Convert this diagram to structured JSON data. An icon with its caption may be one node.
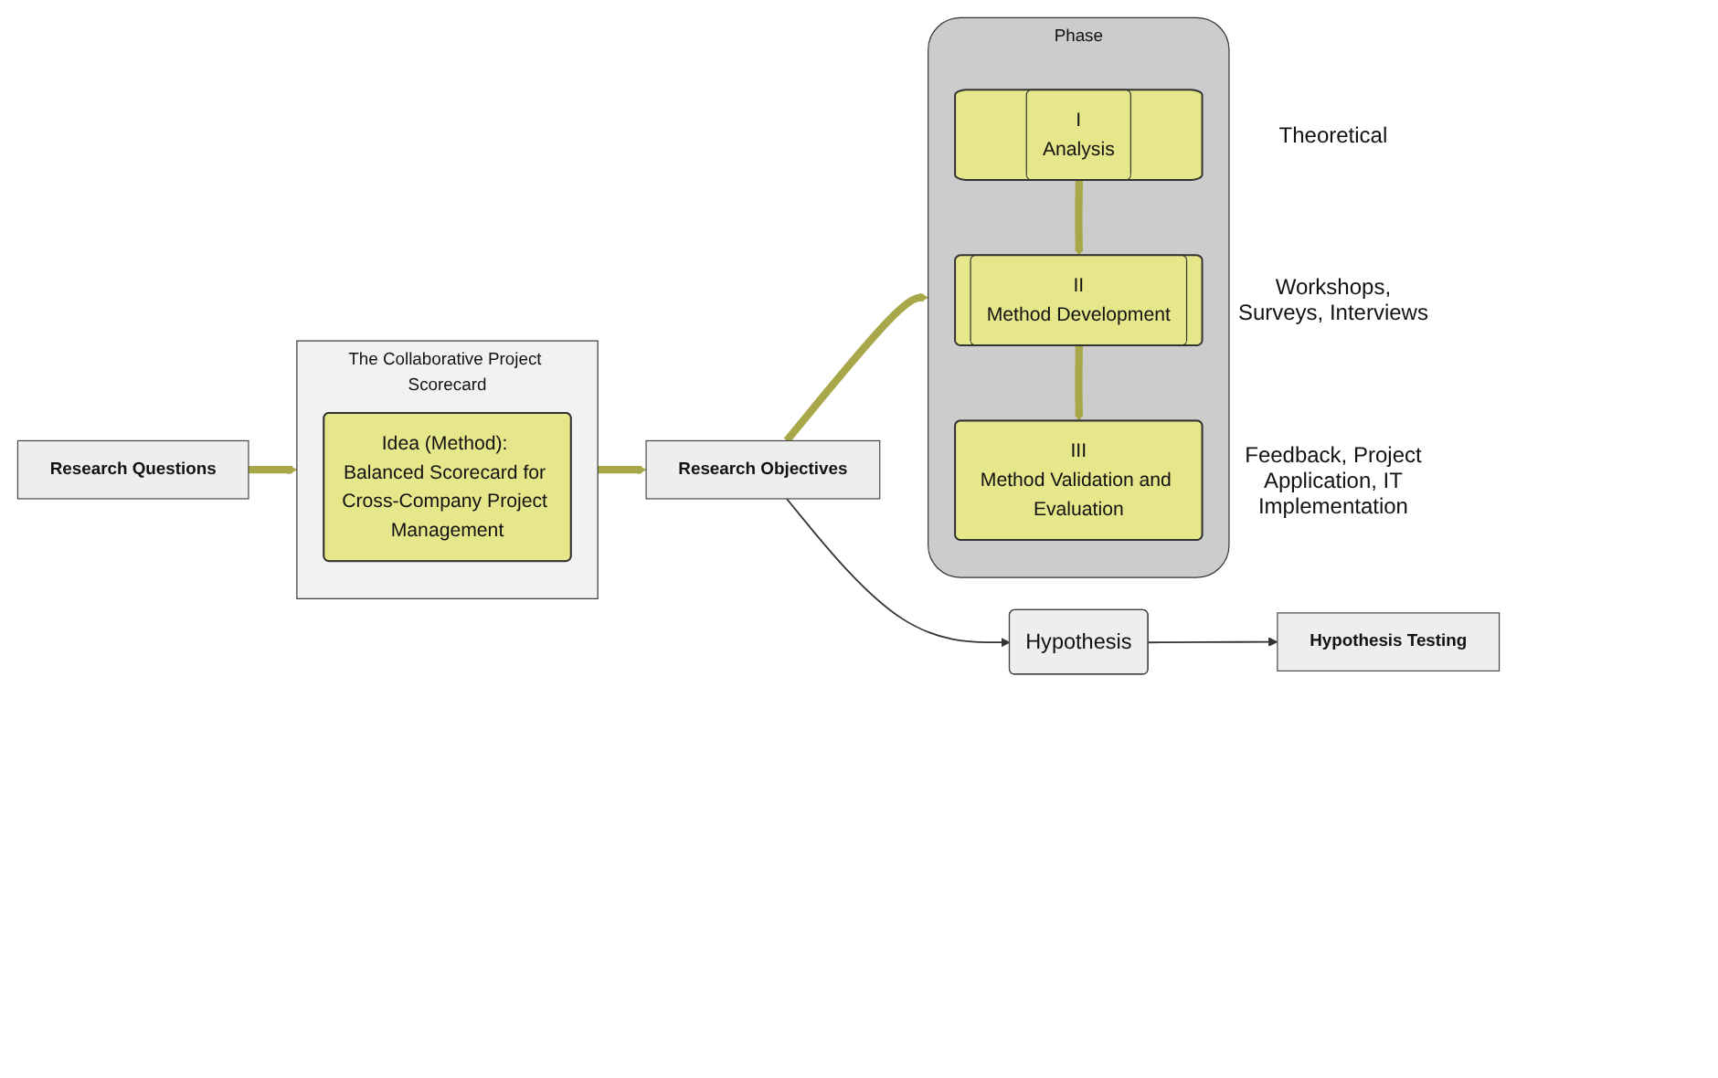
{
  "diagram": {
    "nodes": [
      {
        "text": [
          "Research Questions"
        ]
      },
      {
        "text": [
          "The Collaborative Project Scorecard"
        ]
      },
      {
        "text": [
          "Idea (Method): Balanced Scorecard for Cross-Company Project Management"
        ],
        "in": 1
      },
      {
        "text": [
          "Research Objectives"
        ]
      },
      {
        "text": [
          "Phase"
        ]
      },
      {
        "text": [
          "I",
          "Analysis"
        ],
        "in": 4,
        "beside": [
          "Theoretical"
        ]
      },
      {
        "text": [
          "Hypothesis"
        ]
      },
      {
        "text": [
          "Hypothesis Testing"
        ]
      },
      {
        "text": [
          "II",
          "Method Development"
        ],
        "in": 4,
        "beside": [
          "Workshops, Surveys, Interviews"
        ]
      },
      {
        "text": [
          "III",
          "Method Validation and Evaluation"
        ],
        "in": 4,
        "beside": [
          "Feedback, Project Application, IT Implementation"
        ]
      }
    ],
    "edges": [
      {
        "from": 0,
        "to": 1,
        "arrow": "to"
      },
      {
        "from": 1,
        "to": 3,
        "arrow": "to"
      },
      {
        "from": 3,
        "to": 4,
        "arrow": "to"
      },
      {
        "from": 3,
        "to": 6,
        "arrow": "to",
        "color": "#333333"
      },
      {
        "from": 6,
        "to": 7,
        "arrow": "to",
        "color": "#333333"
      },
      {
        "from": 5,
        "to": 8,
        "arrow": "to"
      },
      {
        "from": 8,
        "to": 9,
        "arrow": "to"
      }
    ]
  }
}
